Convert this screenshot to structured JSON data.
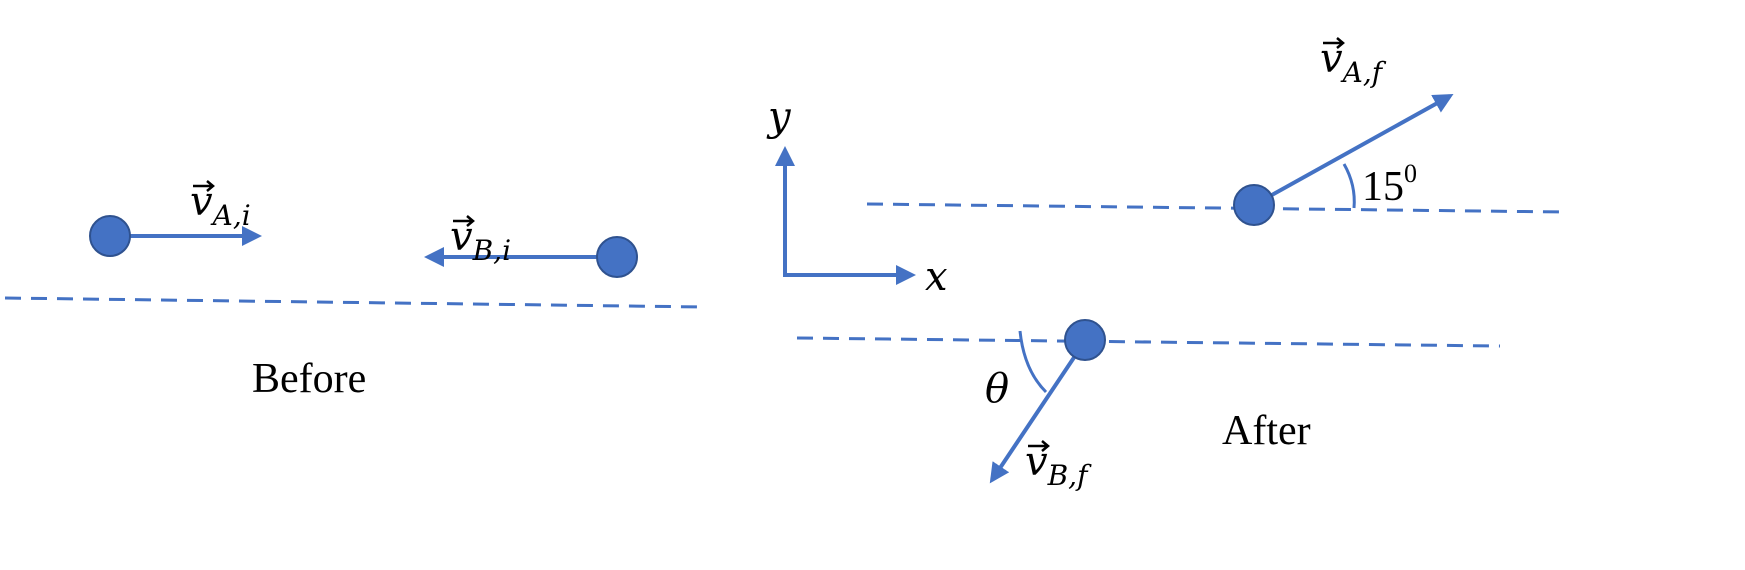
{
  "colors": {
    "accent": "#4472C4",
    "ball_stroke": "#2F528F"
  },
  "before": {
    "caption": "Before",
    "vA_label": {
      "symbol": "v",
      "sub": "A,i"
    },
    "vB_label": {
      "symbol": "v",
      "sub": "B,i"
    }
  },
  "axes": {
    "x_label": "x",
    "y_label": "y"
  },
  "after": {
    "caption": "After",
    "vA_label": {
      "symbol": "v",
      "sub": "A,f"
    },
    "vB_label": {
      "symbol": "v",
      "sub": "B,f"
    },
    "angle_A": {
      "value": "15",
      "unit": "0"
    },
    "angle_B": "θ"
  }
}
